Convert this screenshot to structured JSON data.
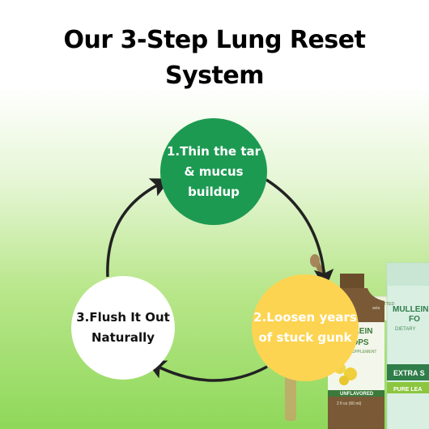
{
  "title": {
    "line1": "Our 3-Step Lung Reset",
    "line2": "System"
  },
  "steps": [
    {
      "label": "1.Thin the tar & mucus buildup",
      "color": "#1d9a52"
    },
    {
      "label": "2.Loosen years of stuck gunk",
      "color": "#fdd451"
    },
    {
      "label": "3.Flush It Out Naturally",
      "color": "#ffffff"
    }
  ],
  "product": {
    "bottle_label_lines": [
      "MULLEIN",
      "DROPS",
      "DIETARY SUPPLEMENT",
      "UNFLAVORED",
      "2 fl oz (60 ml)"
    ],
    "box_label_lines": [
      "MULLEIN",
      "FO",
      "DIETARY",
      "EXTRA S",
      "PURE LEA"
    ],
    "badge_text": "WE ARE COMMITTED",
    "brand_fragment": "avia"
  }
}
